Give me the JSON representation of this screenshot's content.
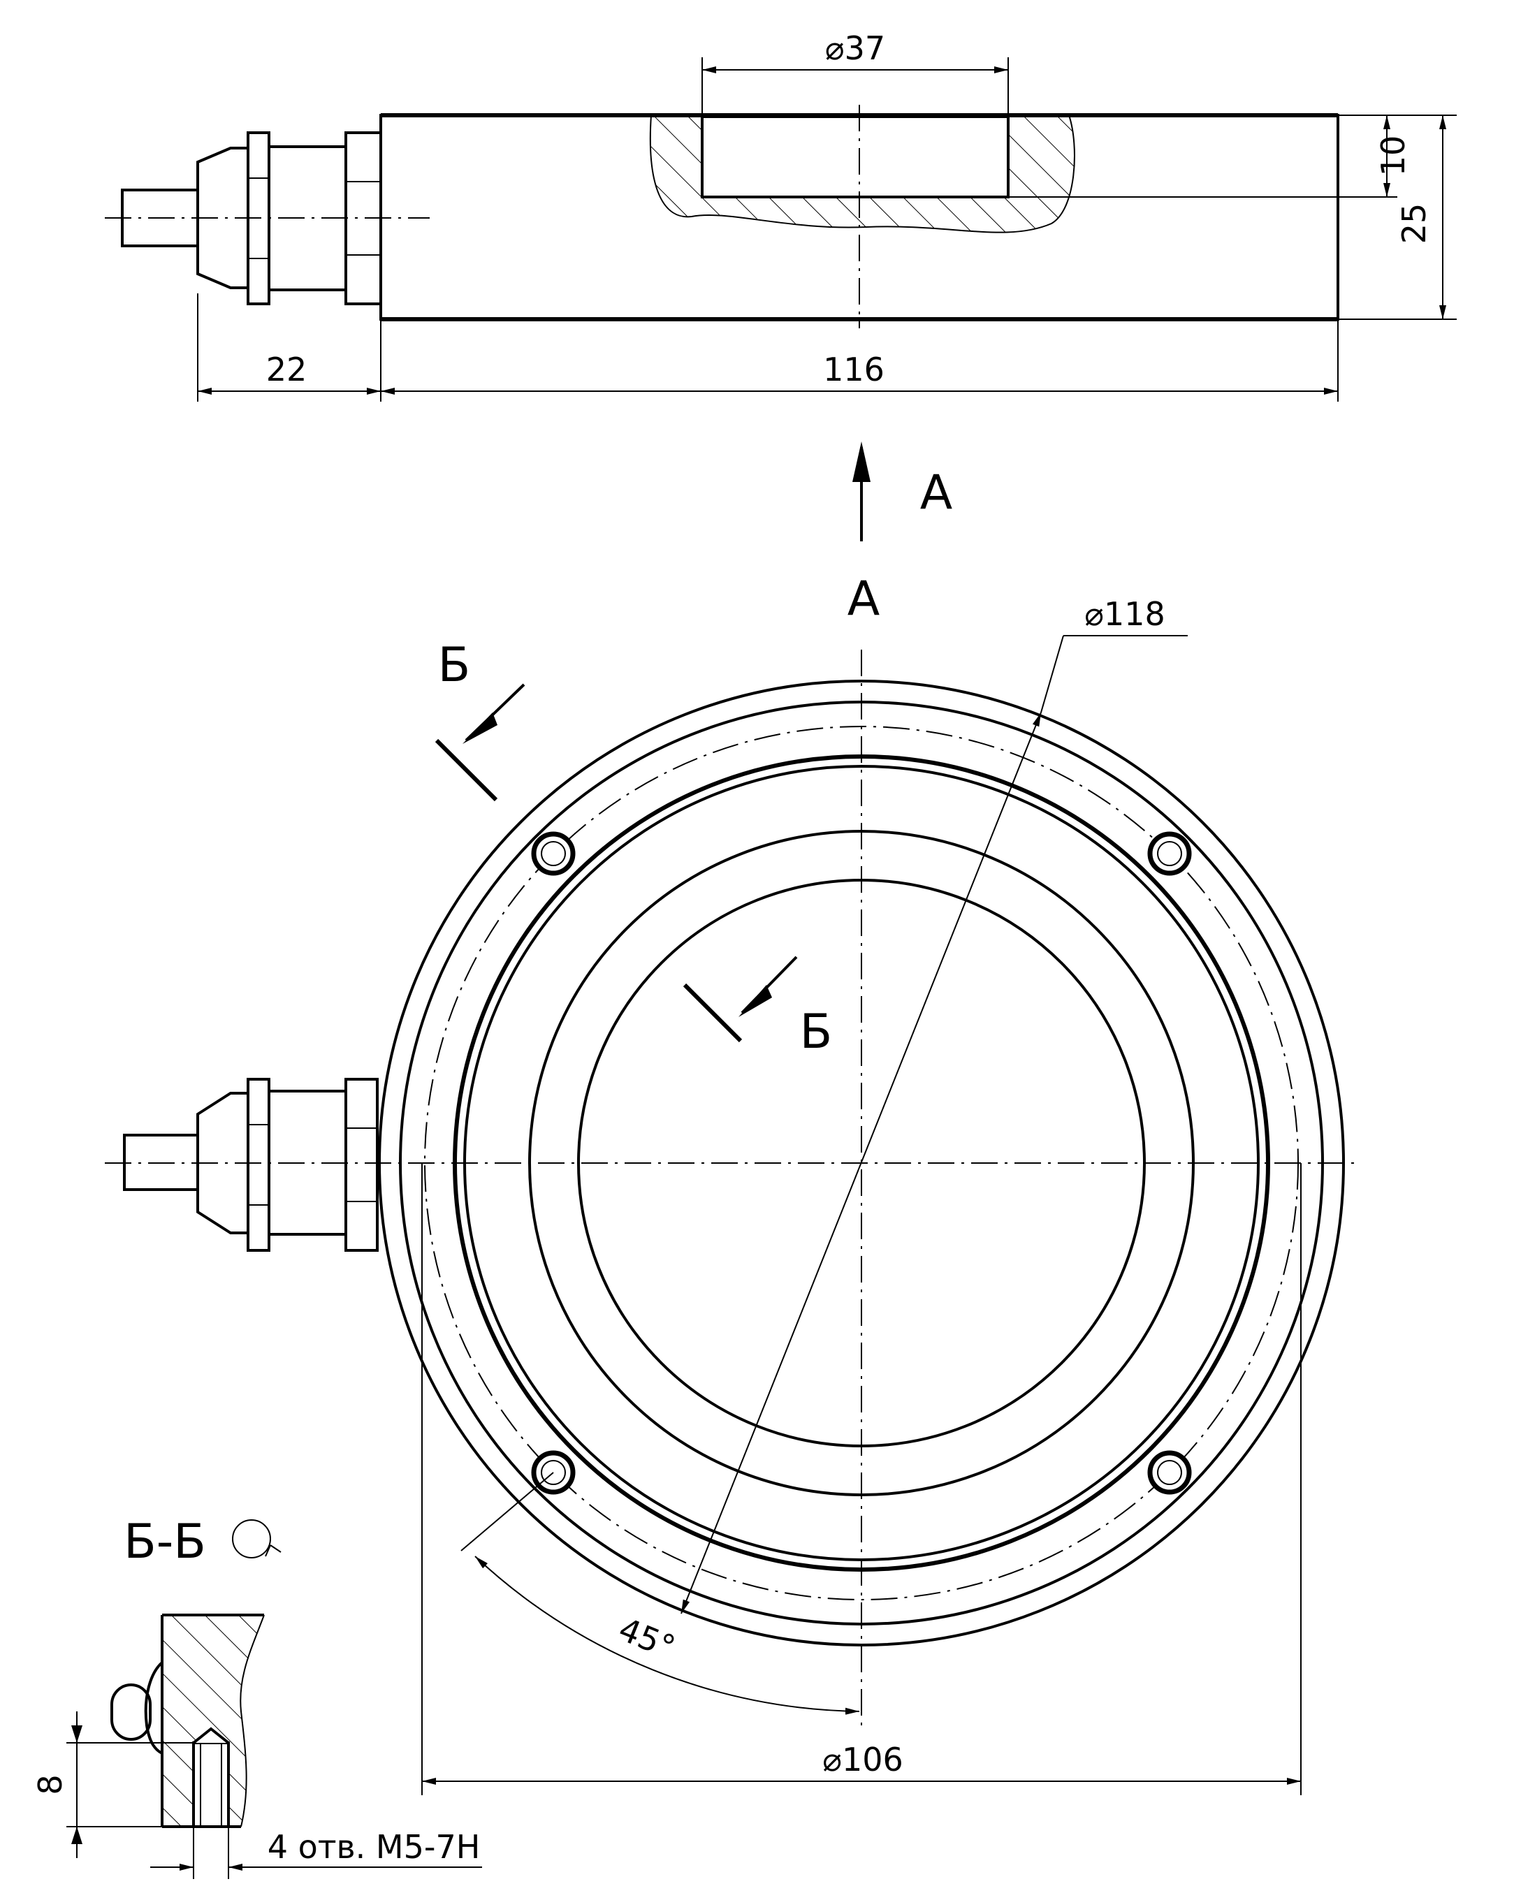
{
  "dimensions": {
    "bore_diameter": "⌀37",
    "recess_depth": "10",
    "height": "25",
    "connector_length": "22",
    "body_length": "116",
    "outer_diameter": "⌀118",
    "mounting_width": "⌀106",
    "angle": "45°",
    "thread_depth": "8"
  },
  "view_labels": {
    "view_a_arrow": "А",
    "view_a_title": "А",
    "section_mark_top": "Б",
    "section_mark_bottom": "Б",
    "section_title": "Б-Б"
  },
  "notes": {
    "holes": "4 отв. М5-7Н"
  }
}
